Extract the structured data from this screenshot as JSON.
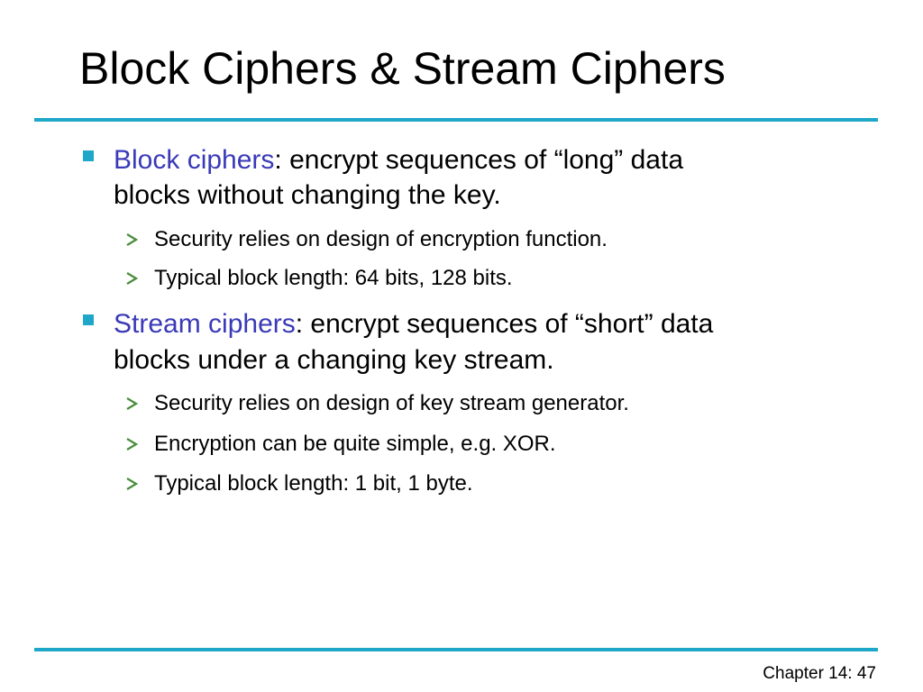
{
  "slide": {
    "title": "Block Ciphers & Stream Ciphers",
    "footer": "Chapter 14: 47",
    "accent_color": "#1fa7c9",
    "term_color": "#3a3ab8"
  },
  "block": {
    "term": "Block ciphers",
    "line1_rest": ": encrypt sequences of “long” data",
    "line2": "blocks without changing the key.",
    "subs": [
      "Security relies on design of encryption function.",
      "Typical block length: 64 bits, 128 bits."
    ]
  },
  "stream": {
    "term": "Stream ciphers",
    "line1_rest": ": encrypt sequences of “short” data",
    "line2": "blocks under a changing key stream.",
    "subs": [
      "Security relies on design of key stream generator.",
      "Encryption can be quite simple, e.g. XOR.",
      "Typical block length: 1 bit, 1 byte."
    ]
  }
}
